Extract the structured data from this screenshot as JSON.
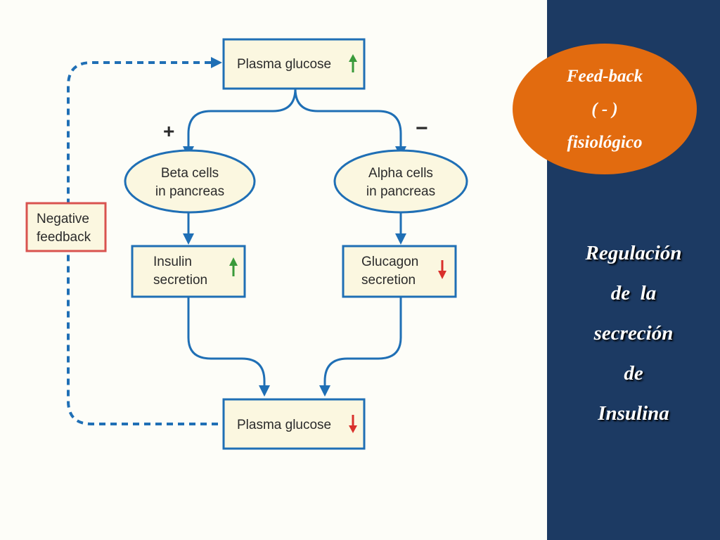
{
  "diagram": {
    "nodes": {
      "plasma_glucose_top": {
        "label": "Plasma glucose",
        "trend": "up"
      },
      "beta_cells": {
        "line1": "Beta cells",
        "line2": "in pancreas"
      },
      "alpha_cells": {
        "line1": "Alpha cells",
        "line2": "in pancreas"
      },
      "insulin_secretion": {
        "line1": "Insulin",
        "line2": "secretion",
        "trend": "up"
      },
      "glucagon_secretion": {
        "line1": "Glucagon",
        "line2": "secretion",
        "trend": "down"
      },
      "plasma_glucose_bottom": {
        "label": "Plasma glucose",
        "trend": "down"
      },
      "negative_feedback": {
        "line1": "Negative",
        "line2": "feedback"
      }
    },
    "signs": {
      "beta_branch": "+",
      "alpha_branch": "−"
    },
    "colors": {
      "box_border": "#1f6fb5",
      "box_fill": "#fbf7e0",
      "arrow": "#1f6fb5",
      "up_arrow": "#3a9a3a",
      "down_arrow": "#d9302b",
      "feedback_border": "#d9534f"
    }
  },
  "side_panel": {
    "oval": {
      "line1": "Feed-back",
      "line2": "( - )",
      "line3": "fisiológico"
    },
    "title": {
      "line1": "Regulación",
      "line2": "de  la",
      "line3": "secreción",
      "line4": "de",
      "line5": "Insulina"
    },
    "colors": {
      "panel_bg": "#1c3a63",
      "oval_bg": "#e26b0f"
    }
  }
}
